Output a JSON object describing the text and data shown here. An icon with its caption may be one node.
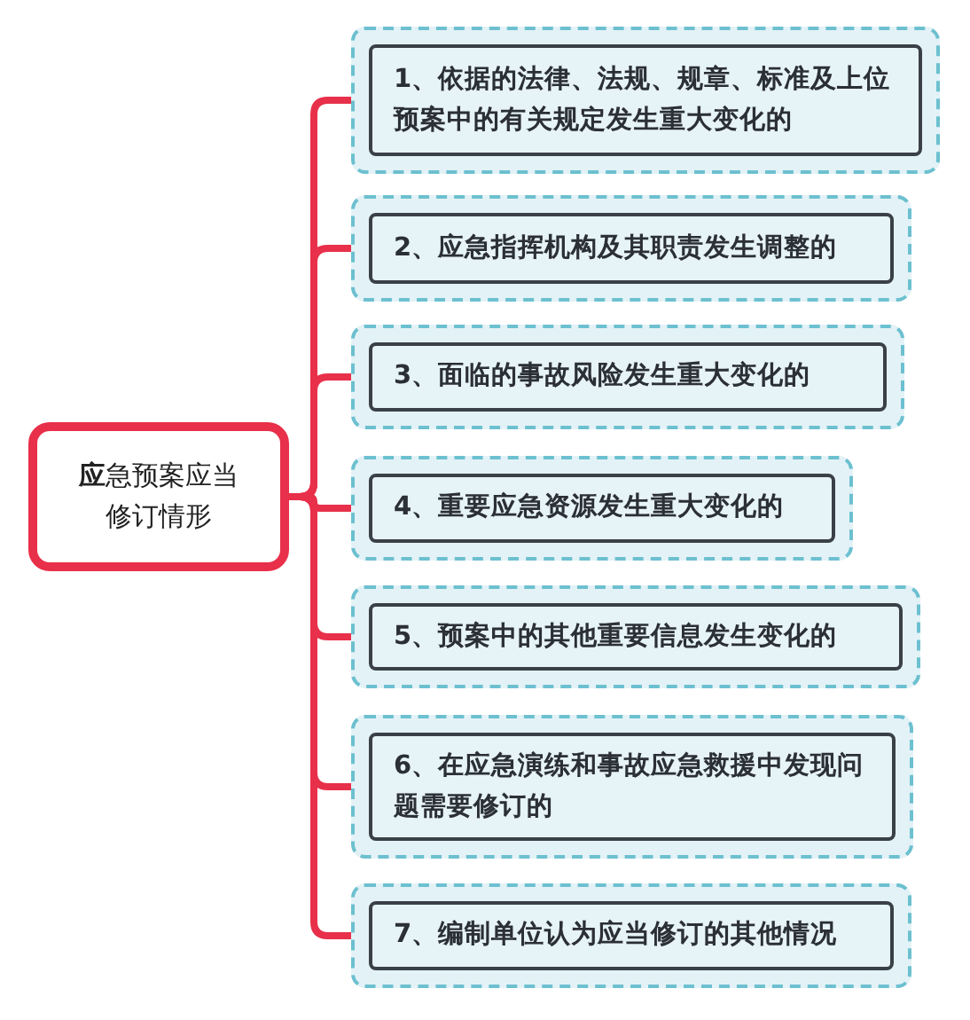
{
  "diagram": {
    "nodes": [
      {
        "text": [
          "**应**急预案应当修订情形"
        ]
      },
      {
        "text": [],
        "shape": "box"
      },
      {
        "text": [
          "1、依据的法律、法规、规章、标准及上位预案中的有关规定发生重大变化的"
        ],
        "in": 1
      },
      {
        "text": [],
        "shape": "box"
      },
      {
        "text": [
          "2、应急指挥机构及其职责发生调整的"
        ],
        "in": 3
      },
      {
        "text": [],
        "shape": "box"
      },
      {
        "text": [
          "3、面临的事故风险发生重大变化的"
        ],
        "in": 5
      },
      {
        "text": [],
        "shape": "box"
      },
      {
        "text": [
          "4、重要应急资源发生重大变化的"
        ],
        "in": 7
      },
      {
        "text": [],
        "shape": "box"
      },
      {
        "text": [
          "5、预案中的其他重要信息发生变化的"
        ],
        "in": 9
      },
      {
        "text": [],
        "shape": "box"
      },
      {
        "text": [
          "6、在应急演练和事故应急救援中发现问题需要修订的"
        ],
        "in": 11
      },
      {
        "text": [],
        "shape": "box"
      },
      {
        "text": [
          "7、编制单位认为应当修订的其他情况"
        ],
        "in": 13
      }
    ],
    "edges": [
      {
        "from": 0,
        "to": 1,
        "arrow": "none"
      },
      {
        "from": 0,
        "to": 3,
        "arrow": "none"
      },
      {
        "from": 0,
        "to": 5,
        "arrow": "none"
      },
      {
        "from": 0,
        "to": 7,
        "arrow": "none"
      },
      {
        "from": 0,
        "to": 9,
        "arrow": "none"
      },
      {
        "from": 0,
        "to": 11,
        "arrow": "none"
      },
      {
        "from": 0,
        "to": 13,
        "arrow": "none"
      }
    ]
  }
}
